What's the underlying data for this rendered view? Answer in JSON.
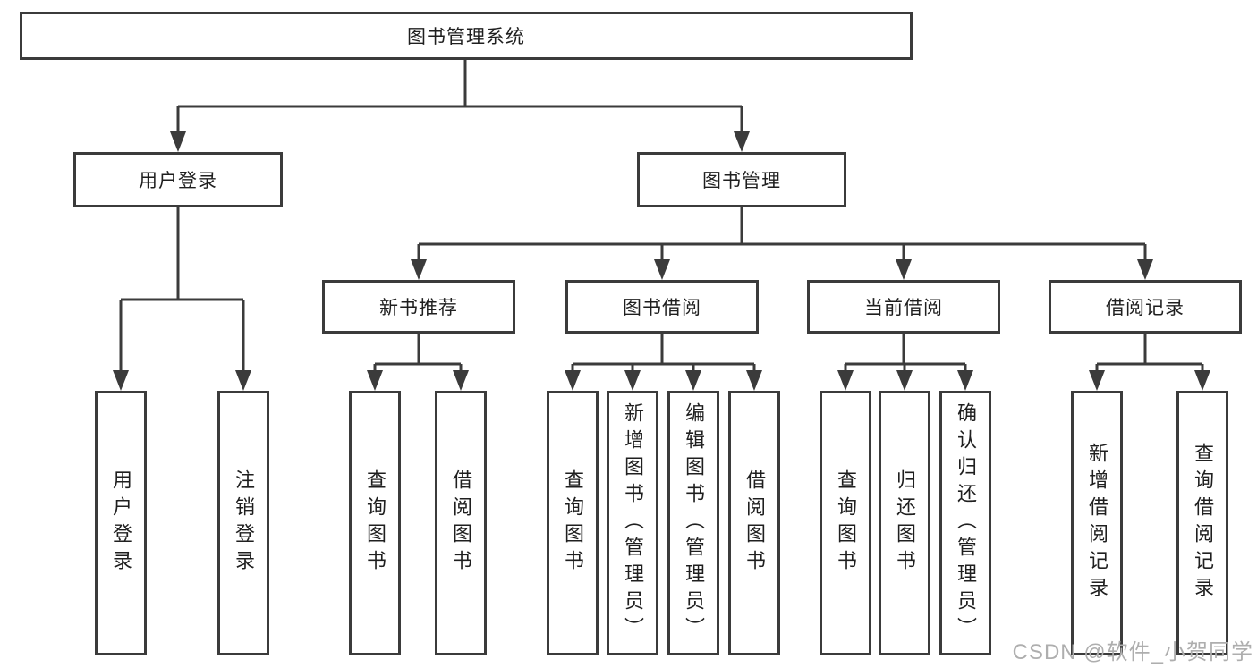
{
  "colors": {
    "line": "#3b3b3b",
    "text": "#1f1f1f",
    "watermark": "#aeaeae"
  },
  "tree": {
    "root": {
      "label": "图书管理系统",
      "children": [
        {
          "label": "用户登录",
          "children": [
            {
              "label": "用户登录"
            },
            {
              "label": "注销登录"
            }
          ]
        },
        {
          "label": "图书管理",
          "children": [
            {
              "label": "新书推荐",
              "children": [
                {
                  "label": "查询图书"
                },
                {
                  "label": "借阅图书"
                }
              ]
            },
            {
              "label": "图书借阅",
              "children": [
                {
                  "label": "查询图书"
                },
                {
                  "label": "新增图书（管理员）"
                },
                {
                  "label": "编辑图书（管理员）"
                },
                {
                  "label": "借阅图书"
                }
              ]
            },
            {
              "label": "当前借阅",
              "children": [
                {
                  "label": "查询图书"
                },
                {
                  "label": "归还图书"
                },
                {
                  "label": "确认归还（管理员）"
                }
              ]
            },
            {
              "label": "借阅记录",
              "children": [
                {
                  "label": "新增借阅记录"
                },
                {
                  "label": "查询借阅记录"
                }
              ]
            }
          ]
        }
      ]
    }
  },
  "watermark": {
    "text": "CSDN @软件_小贺同学"
  }
}
